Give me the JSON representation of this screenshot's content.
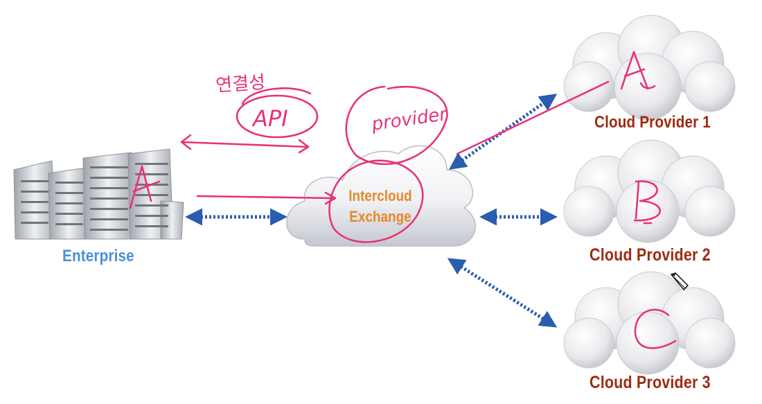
{
  "labels": {
    "enterprise": "Enterprise",
    "intercloud_line1": "Intercloud",
    "intercloud_line2": "Exchange",
    "cloud_provider_1": "Cloud Provider 1",
    "cloud_provider_2": "Cloud Provider 2",
    "cloud_provider_3": "Cloud Provider 3"
  },
  "handwriting": {
    "cloud_a_letter": "A",
    "cloud_b_letter": "B",
    "cloud_c_letter": "C",
    "building_letter": "A",
    "annotation_top": "연결성",
    "annotation_api": "API",
    "annotation_provider": "provider"
  },
  "colors": {
    "enterprise_text": "#4a90d9",
    "provider_text": "#9e2a12",
    "exchange_text": "#e7892b",
    "arrow_blue": "#2a5db0",
    "ink_pink": "#e8327a"
  },
  "icons": {
    "cursor": "pencil-cursor-icon",
    "building": "office-buildings-icon",
    "cloud": "cloud-icon"
  }
}
